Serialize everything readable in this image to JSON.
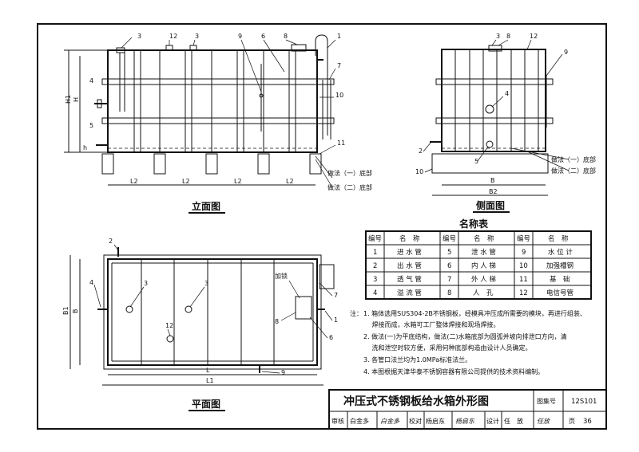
{
  "views": {
    "elevation": "立面图",
    "side": "侧面图",
    "plan": "平面图"
  },
  "dims": {
    "L2": "L2",
    "L": "L",
    "L1": "L1",
    "B": "B",
    "B1": "B1",
    "B2": "B2",
    "H": "H",
    "H1": "H1",
    "h": "h"
  },
  "callouts": {
    "base_method_1": "做法（一）底部",
    "base_method_2": "做法（二）底部",
    "lock": "加锁"
  },
  "part_numbers": {
    "elev": [
      "3",
      "12",
      "3",
      "9",
      "6",
      "8",
      "1",
      "7",
      "10",
      "4",
      "5",
      "11"
    ],
    "side": [
      "3",
      "8",
      "12",
      "9",
      "4",
      "2",
      "5",
      "10"
    ],
    "plan": [
      "2",
      "3",
      "3",
      "12",
      "8",
      "7",
      "1",
      "6",
      "4",
      "9"
    ]
  },
  "legend": {
    "title": "名称表",
    "headers": [
      "编号",
      "名　称",
      "编号",
      "名　称",
      "编号",
      "名　称"
    ],
    "rows": [
      [
        "1",
        "进 水 管",
        "5",
        "泄 水 管",
        "9",
        "水 位 计"
      ],
      [
        "2",
        "出 水 管",
        "6",
        "内 人 梯",
        "10",
        "加强槽钢"
      ],
      [
        "3",
        "透 气 管",
        "7",
        "外 人 梯",
        "11",
        "基　础"
      ],
      [
        "4",
        "溢 流 管",
        "8",
        "人　孔",
        "12",
        "电信号管"
      ]
    ]
  },
  "notes": {
    "lead": "注：",
    "items": [
      "1. 箱体选用SUS304-2B不锈钢板，经模具冲压成所需要的模块，再进行组装、",
      "　 焊接而成，水箱可工厂整体焊接和现场焊接。",
      "2. 做法(一)为平底结构，做法(二)水箱底部为圆弧并坡向排泄口方向，清",
      "　 洗和泄空时较方便，采用何种底部构造由设计人员确定。",
      "3. 各管口法兰均为1.0MPa标准法兰。",
      "4. 本图根据天津华泰不锈钢容器有限公司提供的技术资料编制。"
    ]
  },
  "title_block": {
    "title": "冲压式不锈钢板给水箱外形图",
    "atlas_label": "图集号",
    "atlas_no": "12S101",
    "review_label": "审核",
    "reviewer": "白金多",
    "review_sig": "白金多",
    "check_label": "校对",
    "checker": "杨启东",
    "check_sig": "杨启东",
    "design_label": "设计",
    "designer": "任　放",
    "design_sig": "任放",
    "page_label": "页",
    "page_no": "36"
  }
}
